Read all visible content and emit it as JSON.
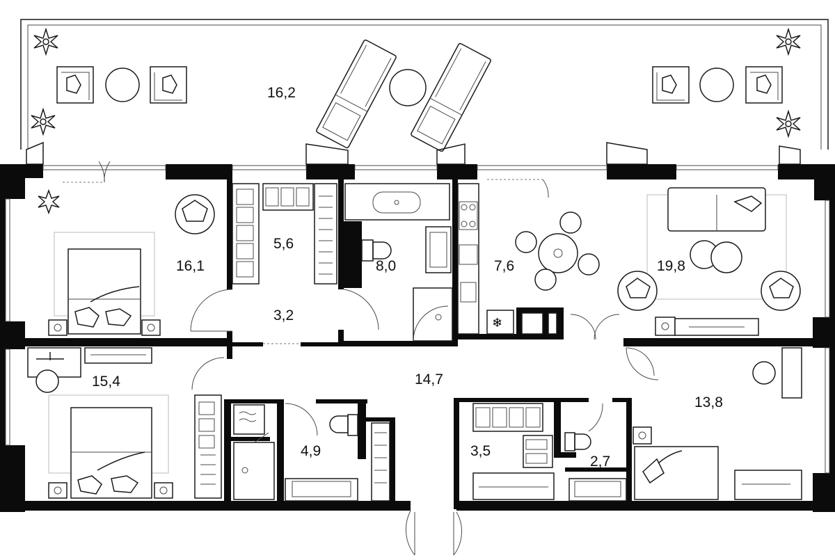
{
  "plan": {
    "rooms": [
      {
        "id": "terrace",
        "area": "16,2"
      },
      {
        "id": "bedroom-nw",
        "area": "16,1"
      },
      {
        "id": "closet-north",
        "area": "5,6"
      },
      {
        "id": "hall-north",
        "area": "3,2"
      },
      {
        "id": "bathroom-north",
        "area": "8,0"
      },
      {
        "id": "kitchen",
        "area": "7,6"
      },
      {
        "id": "living-room",
        "area": "19,8"
      },
      {
        "id": "bedroom-sw",
        "area": "15,4"
      },
      {
        "id": "corridor",
        "area": "14,7"
      },
      {
        "id": "bathroom-south-west",
        "area": "4,9"
      },
      {
        "id": "closet-south",
        "area": "3,5"
      },
      {
        "id": "bathroom-south-east",
        "area": "2,7"
      },
      {
        "id": "bedroom-se",
        "area": "13,8"
      }
    ]
  }
}
